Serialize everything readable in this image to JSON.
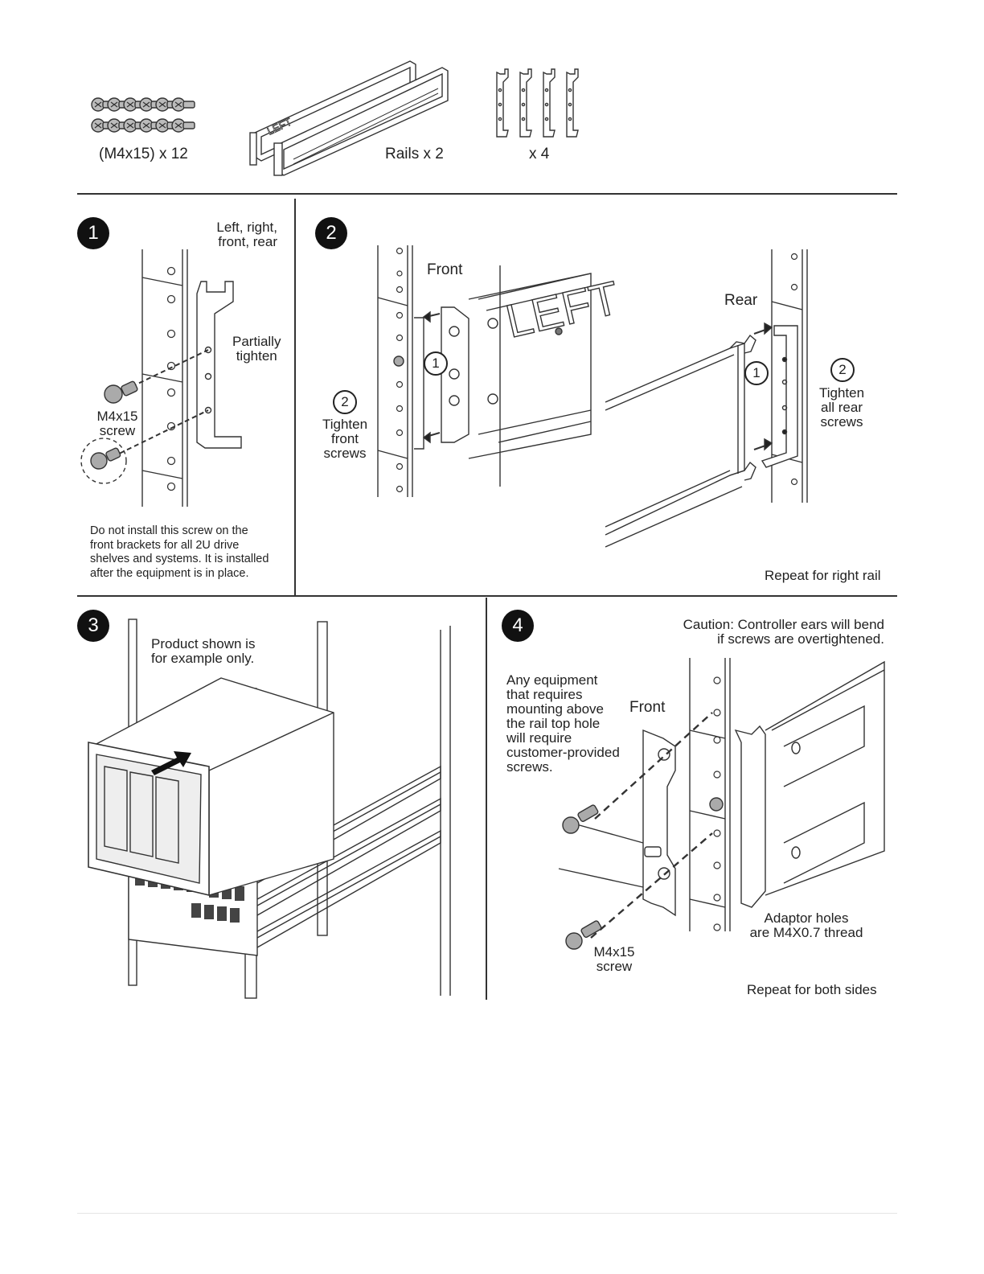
{
  "kit": {
    "screws_label": "(M4x15) x 12",
    "rails_label": "Rails x 2",
    "rail_marking": "LEFT",
    "brackets_label": "x 4"
  },
  "step1": {
    "number": "1",
    "scope_note": "Left, right,\nfront, rear",
    "partially_tighten": "Partially\ntighten",
    "screw_label": "M4x15\nscrew",
    "warning": "Do not install this screw on the\nfront brackets for all 2U drive\nshelves and systems. It is installed\nafter the equipment is in place."
  },
  "step2": {
    "number": "2",
    "front_label": "Front",
    "rear_label": "Rear",
    "rail_marking": "LEFT",
    "callout_1": "1",
    "callout_2": "2",
    "tighten_front": "Tighten\nfront\nscrews",
    "tighten_rear": "Tighten\nall rear\nscrews",
    "repeat_note": "Repeat for right rail"
  },
  "step3": {
    "number": "3",
    "example_note": "Product shown is\nfor example only."
  },
  "step4": {
    "number": "4",
    "caution": "Caution: Controller ears will bend\nif screws are overtightened.",
    "equipment_note": "Any equipment\nthat requires\nmounting above\nthe rail top hole\nwill require\ncustomer-provided\nscrews.",
    "front_label": "Front",
    "adaptor_note": "Adaptor holes\nare M4X0.7 thread",
    "screw_label": "M4x15\nscrew",
    "repeat_note": "Repeat for both sides"
  }
}
